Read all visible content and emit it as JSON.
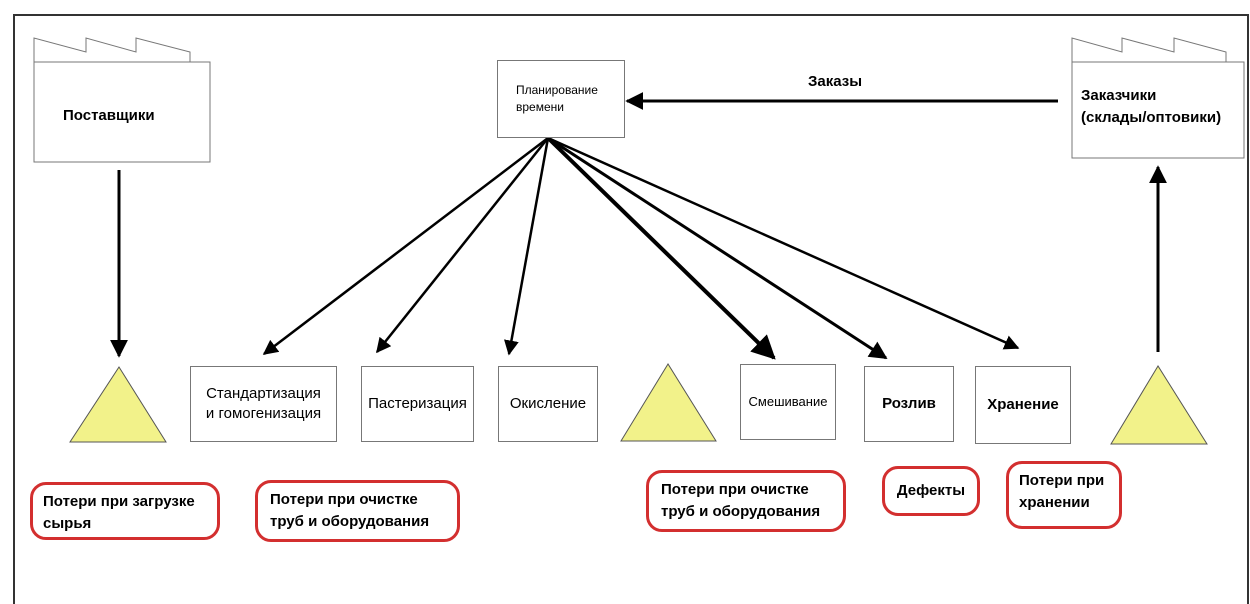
{
  "suppliers": {
    "label": "Поставщики"
  },
  "customers": {
    "label_line1": "Заказчики",
    "label_line2": "(склады/оптовики)"
  },
  "planning": {
    "line1": "Планирование",
    "line2": "времени"
  },
  "orders_label": "Заказы",
  "processes": [
    {
      "line1": "Стандартизация",
      "line2": "и гомогенизация"
    },
    {
      "line1": "Пастеризация",
      "line2": ""
    },
    {
      "line1": "Окисление",
      "line2": ""
    },
    {
      "line1": "Смешивание",
      "line2": ""
    },
    {
      "line1": "Розлив",
      "line2": ""
    },
    {
      "line1": "Хранение",
      "line2": ""
    }
  ],
  "losses": [
    {
      "line1": "Потери при загрузке",
      "line2": "сырья"
    },
    {
      "line1": "Потери при очистке",
      "line2": "труб и оборудования"
    },
    {
      "line1": "Потери при очистке",
      "line2": "труб и оборудования"
    },
    {
      "line1": "Дефекты",
      "line2": ""
    },
    {
      "line1": "Потери при",
      "line2": "хранении"
    }
  ],
  "colors": {
    "inventory_triangle": "#f2f28a",
    "loss_border": "#d32f2f",
    "arrow": "#000000"
  }
}
